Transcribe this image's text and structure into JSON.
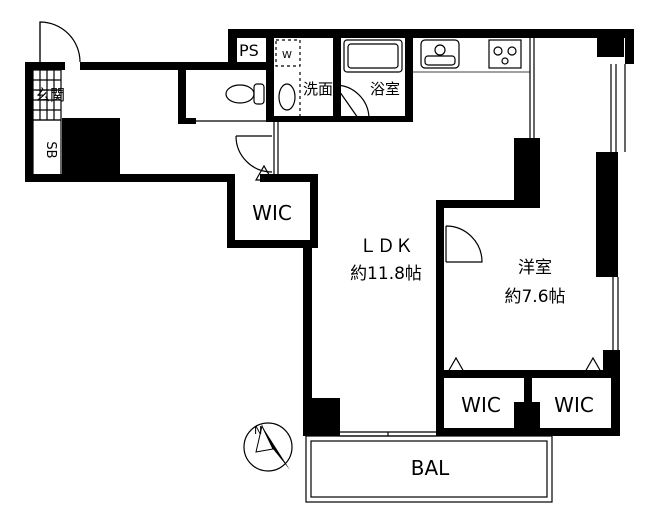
{
  "rooms": {
    "ldk_name": "ＬＤＫ",
    "ldk_size": "約11.8帖",
    "western_name": "洋室",
    "western_size": "約7.6帖",
    "wic_left": "WIC",
    "wic_bottom_left": "WIC",
    "wic_bottom_right": "WIC",
    "entrance": "玄関",
    "shoe_box": "SB",
    "pipe_space": "PS",
    "washer": "W",
    "washroom": "洗面",
    "bathroom": "浴室",
    "balcony": "BAL"
  },
  "compass": {
    "north": "N"
  },
  "colors": {
    "wall": "#000000",
    "background": "#ffffff"
  }
}
